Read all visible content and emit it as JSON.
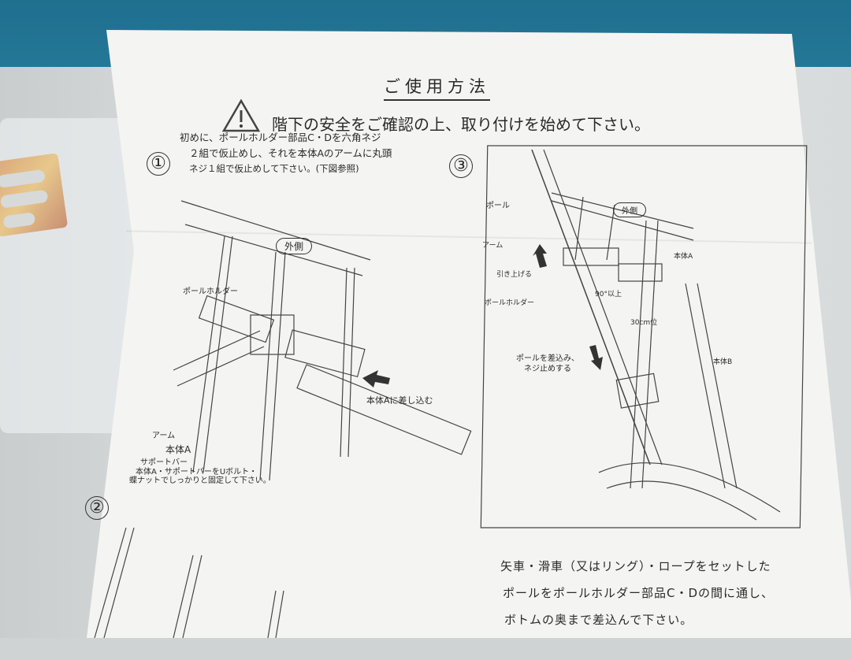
{
  "header": {
    "title": "ご使用方法",
    "warning": "階下の安全をご確認の上、取り付けを始めて下さい。",
    "warning_icon": "warning-triangle-icon"
  },
  "step1": {
    "number": "①",
    "lines": [
      "初めに、ポールホルダー部品C・Dを六角ネジ",
      "２組で仮止めし、それを本体Aのアームに丸頭",
      "ネジ１組で仮止めして下さい。(下図参照)"
    ],
    "labels": {
      "outside": "外側",
      "pole_holder": "ポールホルダー",
      "insert": "本体Aに差し込む",
      "arm": "アーム",
      "body_a": "本体A",
      "support_bar": "サポートバー",
      "note1": "本体A・サポートバーをUボルト・",
      "note2": "蝶ナットでしっかりと固定して下さい。"
    }
  },
  "step2": {
    "number": "②"
  },
  "step3": {
    "number": "③",
    "labels": {
      "pole": "ポール",
      "outside": "外側",
      "arm": "アーム",
      "body_a": "本体A",
      "pull_up": "引き上げる",
      "pole_holder": "ポールホルダー",
      "angle": "90°以上",
      "distance": "30cm位",
      "insert1": "ポールを差込み、",
      "insert2": "ネジ止めする",
      "body_b": "本体B"
    },
    "instructions": [
      "矢車・滑車（又はリング）・ロープをセットした",
      "ポールをポールホルダー部品C・Dの間に通し、",
      "ボトムの奥まで差込んで下さい。"
    ]
  }
}
